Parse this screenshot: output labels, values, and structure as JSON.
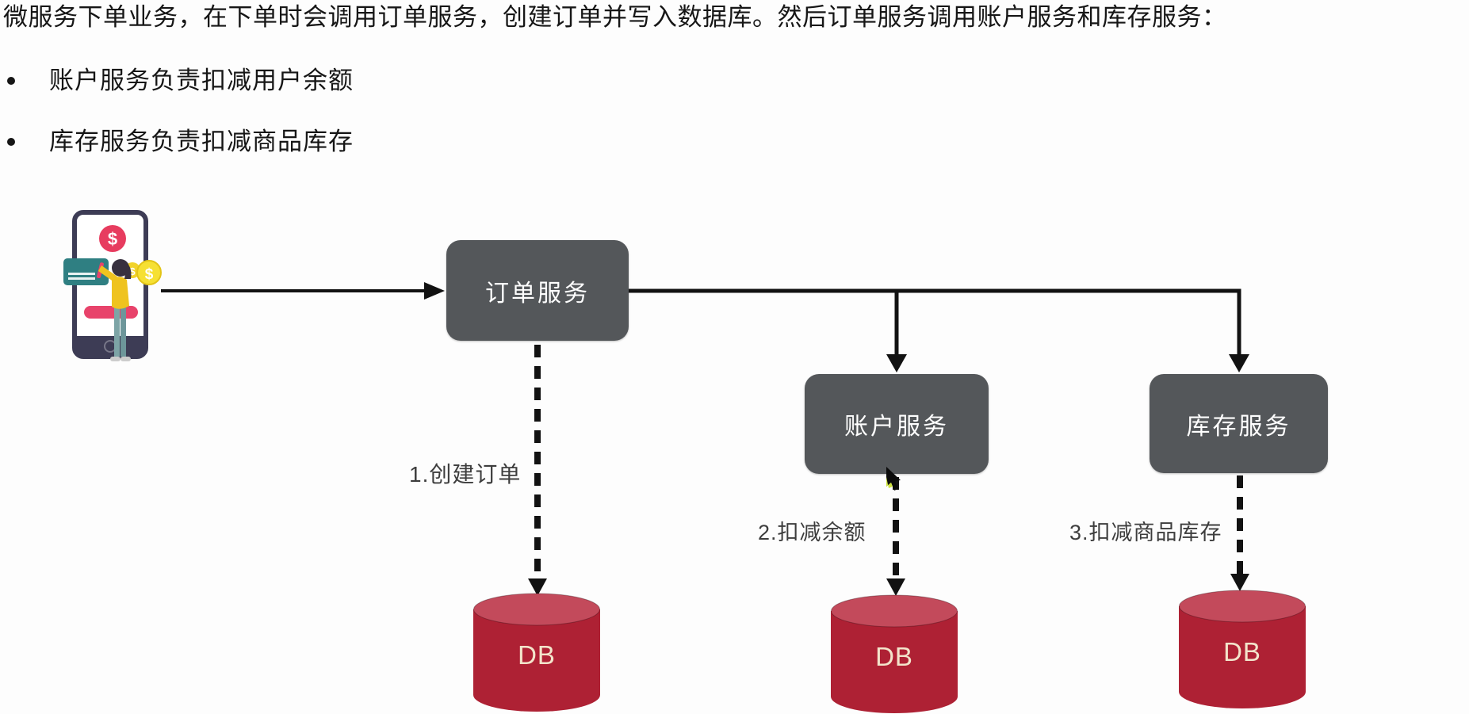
{
  "header": {
    "title": "微服务下单业务，在下单时会调用订单服务，创建订单并写入数据库。然后订单服务调用账户服务和库存服务："
  },
  "bullets": [
    {
      "label": "账户服务负责扣减用户余额"
    },
    {
      "label": "库存服务负责扣减商品库存"
    }
  ],
  "diagram": {
    "nodes": {
      "order": {
        "label": "订单服务"
      },
      "account": {
        "label": "账户服务"
      },
      "inventory": {
        "label": "库存服务"
      }
    },
    "steps": [
      {
        "label": "1.创建订单"
      },
      {
        "label": "2.扣减余额"
      },
      {
        "label": "3.扣减商品库存"
      }
    ],
    "databases": [
      {
        "label": "DB"
      },
      {
        "label": "DB"
      },
      {
        "label": "DB"
      }
    ],
    "illustration": {
      "badge_symbol": "$",
      "coin_symbol": "$",
      "coin_symbol_small": "$"
    },
    "icons": [
      {
        "name": "mobile-payment-illustration"
      },
      {
        "name": "mouse-cursor"
      }
    ]
  },
  "theme": {
    "canvas_bg": "#fdfdfd",
    "title_text": "#161616",
    "box_bg": "#54575a",
    "box_text": "#ffffff",
    "db_body": "#ae2134",
    "db_top": "#c34a5b",
    "db_text": "#f3e4cb",
    "line": "#121212",
    "label_text": "#3d3d3d",
    "phone_navy": "#3d3c55",
    "badge_pink": "#e73c5f",
    "card_teal": "#2f7f82",
    "coin_yellow": "#f2d32b",
    "coin_yellow2": "#f6e033",
    "button_pink": "#e8436b",
    "person_yellow": "#efc31f",
    "person_pants": "#7da4a6",
    "person_dark": "#38313f",
    "cursor_green": "#cde23c"
  }
}
